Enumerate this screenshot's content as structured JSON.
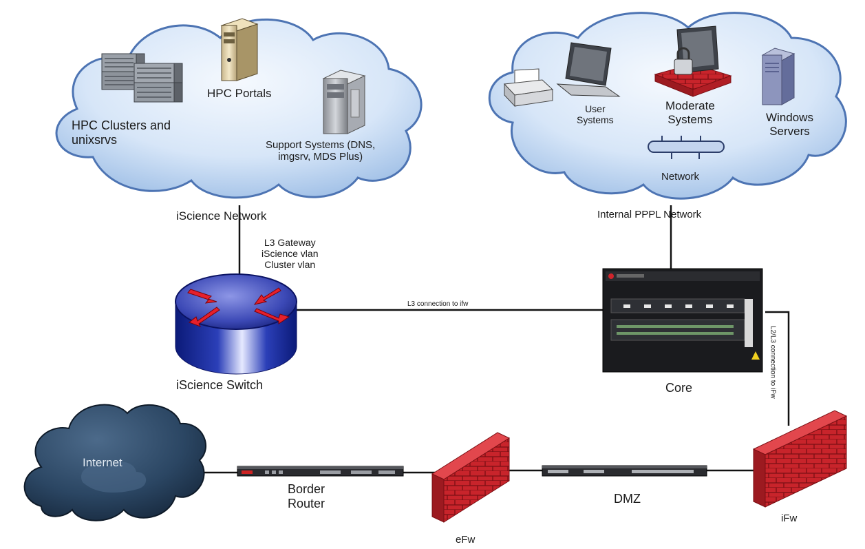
{
  "clouds": {
    "iscience": {
      "title": "iScience Network",
      "hpc_clusters": [
        "HPC Clusters and",
        "unixsrvs"
      ],
      "hpc_portals": "HPC Portals",
      "support_systems": [
        "Support Systems (DNS,",
        "imgsrv, MDS Plus)"
      ]
    },
    "internal": {
      "title": "Internal PPPL Network",
      "user_systems": [
        "User",
        "Systems"
      ],
      "moderate_systems": [
        "Moderate",
        "Systems"
      ],
      "windows_servers": [
        "Windows",
        "Servers"
      ],
      "network": "Network"
    },
    "internet": {
      "title": "Internet"
    }
  },
  "devices": {
    "iscience_switch": "iScience Switch",
    "switch_notes": [
      "L3 Gateway",
      "iScience vlan",
      "Cluster vlan"
    ],
    "core": "Core",
    "border_router": [
      "Border",
      "Router"
    ],
    "efw": "eFw",
    "ifw": "iFw",
    "dmz": "DMZ"
  },
  "links": {
    "l3_to_ifw": "L3 connection to ifw",
    "l2l3_to_ifw": "L2/L3 connection to iFw"
  },
  "colors": {
    "cloud_fill_light": "#eef4fb",
    "cloud_fill_dark": "#a9c6ea",
    "cloud_edge": "#3f66a5",
    "firewall_red": "#c8242b",
    "switch_blue": "#2a3aa8",
    "internet_cloud": "#2b4663"
  }
}
